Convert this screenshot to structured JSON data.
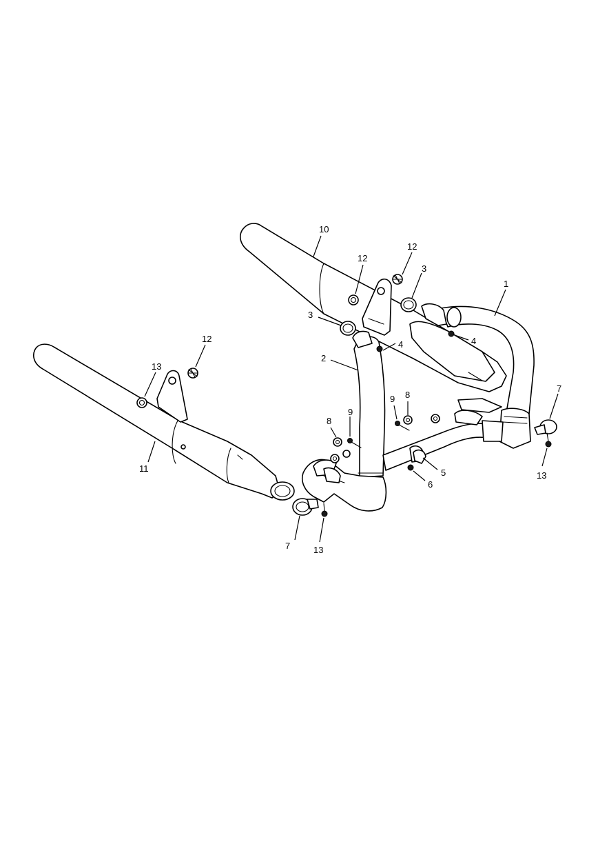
{
  "colors": {
    "line": "#000000",
    "background": "#ffffff"
  },
  "callouts": [
    {
      "id": "c1",
      "label": "1"
    },
    {
      "id": "c2",
      "label": "2"
    },
    {
      "id": "c3a",
      "label": "3"
    },
    {
      "id": "c3b",
      "label": "3"
    },
    {
      "id": "c4a",
      "label": "4"
    },
    {
      "id": "c4b",
      "label": "4"
    },
    {
      "id": "c5",
      "label": "5"
    },
    {
      "id": "c6",
      "label": "6"
    },
    {
      "id": "c7a",
      "label": "7"
    },
    {
      "id": "c7b",
      "label": "7"
    },
    {
      "id": "c8a",
      "label": "8"
    },
    {
      "id": "c8b",
      "label": "8"
    },
    {
      "id": "c9a",
      "label": "9"
    },
    {
      "id": "c9b",
      "label": "9"
    },
    {
      "id": "c10",
      "label": "10"
    },
    {
      "id": "c11",
      "label": "11"
    },
    {
      "id": "c12a",
      "label": "12"
    },
    {
      "id": "c12b",
      "label": "12"
    },
    {
      "id": "c12c",
      "label": "12"
    },
    {
      "id": "c13a",
      "label": "13"
    },
    {
      "id": "c13b",
      "label": "13"
    }
  ]
}
